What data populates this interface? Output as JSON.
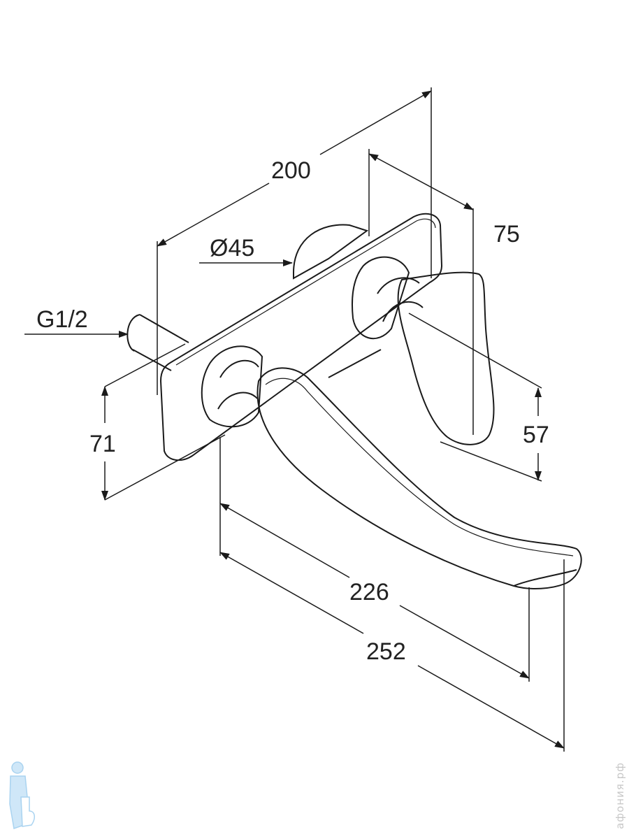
{
  "drawing": {
    "dimensions": {
      "width_total": "200",
      "depth_handle": "75",
      "diameter_rosette": "Ø45",
      "thread": "G1/2",
      "height_spout": "71",
      "height_handle": "57",
      "spout_reach": "226",
      "total_reach": "252"
    }
  },
  "watermark": {
    "text": "афония.рф"
  },
  "colors": {
    "line": "#1a1a1a",
    "logo": "#a9d3f0"
  }
}
